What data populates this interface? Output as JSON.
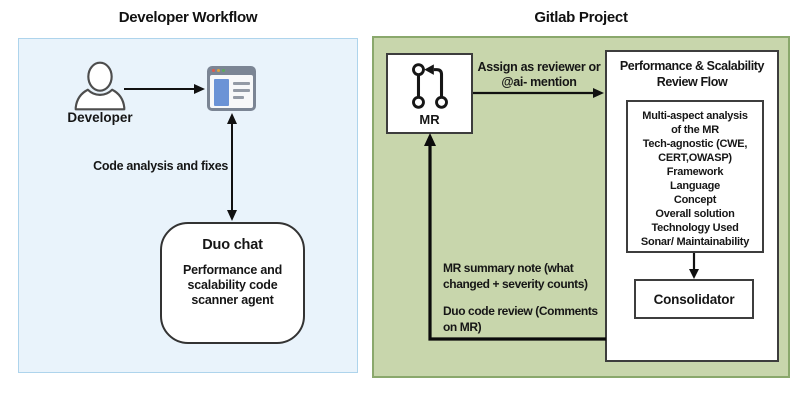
{
  "diagram": {
    "left": {
      "title": "Developer Workflow",
      "developer_label": "Developer",
      "code_arrow_label": "Code analysis and fixes",
      "duo_chat_title": "Duo chat",
      "duo_chat_subtitle": "Performance and\nscalability code\nscanner agent"
    },
    "right": {
      "title": "Gitlab Project",
      "mr_label": "MR",
      "assign_label": "Assign as reviewer or\n@ai- mention",
      "review_flow_title": "Performance & Scalability\nReview Flow",
      "analysis_items": [
        "Multi-aspect analysis\nof the MR",
        "Tech-agnostic (CWE,\nCERT,OWASP)",
        "Framework",
        "Language",
        "Concept",
        "Overall solution",
        "Technology Used",
        "Sonar/ Maintainability"
      ],
      "consolidator_label": "Consolidator",
      "feedback_labels": [
        "MR summary note (what\nchanged + severity counts)",
        "Duo code review (Comments\non MR)"
      ]
    },
    "colors": {
      "left_panel_fill": "#e9f3fb",
      "left_panel_border": "#aed4ec",
      "right_panel_fill": "#c8d6ac",
      "right_panel_border": "#8aa86c",
      "box_border": "#3d3d3d",
      "browser_frame": "#7b8594",
      "browser_accent_blue": "#6b93d6",
      "dot_red": "#e05b4e",
      "dot_yellow": "#dfa33b",
      "dot_green": "#5aad5a",
      "arrow_color": "#111111"
    }
  }
}
